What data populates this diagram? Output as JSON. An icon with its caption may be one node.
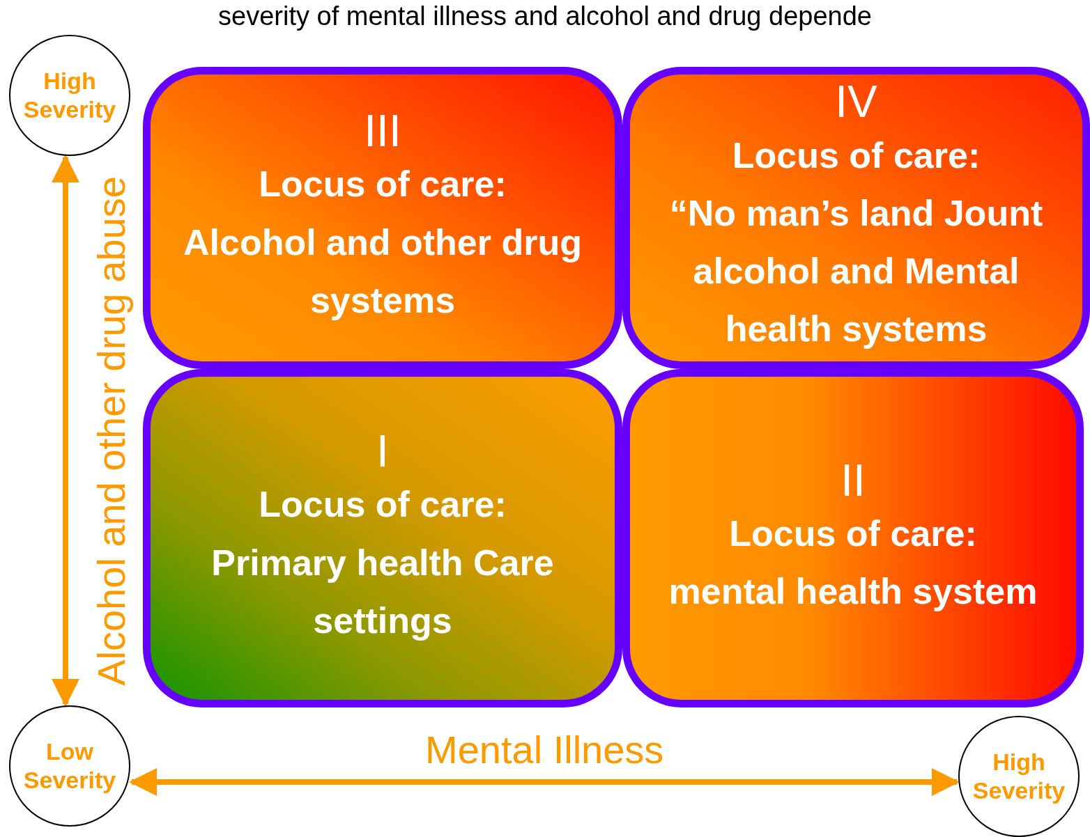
{
  "diagram": {
    "title": "severity of mental illness and alcohol and drug depende",
    "nodes": [
      {
        "text": [
          "High Severity"
        ]
      },
      {
        "text": [
          "III",
          "Locus of care:",
          "Alcohol and other drug systems"
        ]
      },
      {
        "text": [
          "IV",
          "Locus of care:",
          "“No man’s land Jount alcohol and Mental health systems"
        ]
      },
      {
        "text": [
          "I",
          "Locus of care:",
          "Primary health Care settings"
        ]
      },
      {
        "text": [
          "II",
          "Locus of care:",
          "mental health system"
        ]
      },
      {
        "text": [
          "Low Severity"
        ]
      },
      {
        "text": [
          "High Severity"
        ]
      }
    ],
    "edges": [
      {
        "from": 5,
        "to": 0,
        "arrow": "both",
        "label": "Alcohol and other drug abuse"
      },
      {
        "from": 5,
        "to": 6,
        "arrow": "both",
        "label": "Mental Illness"
      }
    ]
  }
}
